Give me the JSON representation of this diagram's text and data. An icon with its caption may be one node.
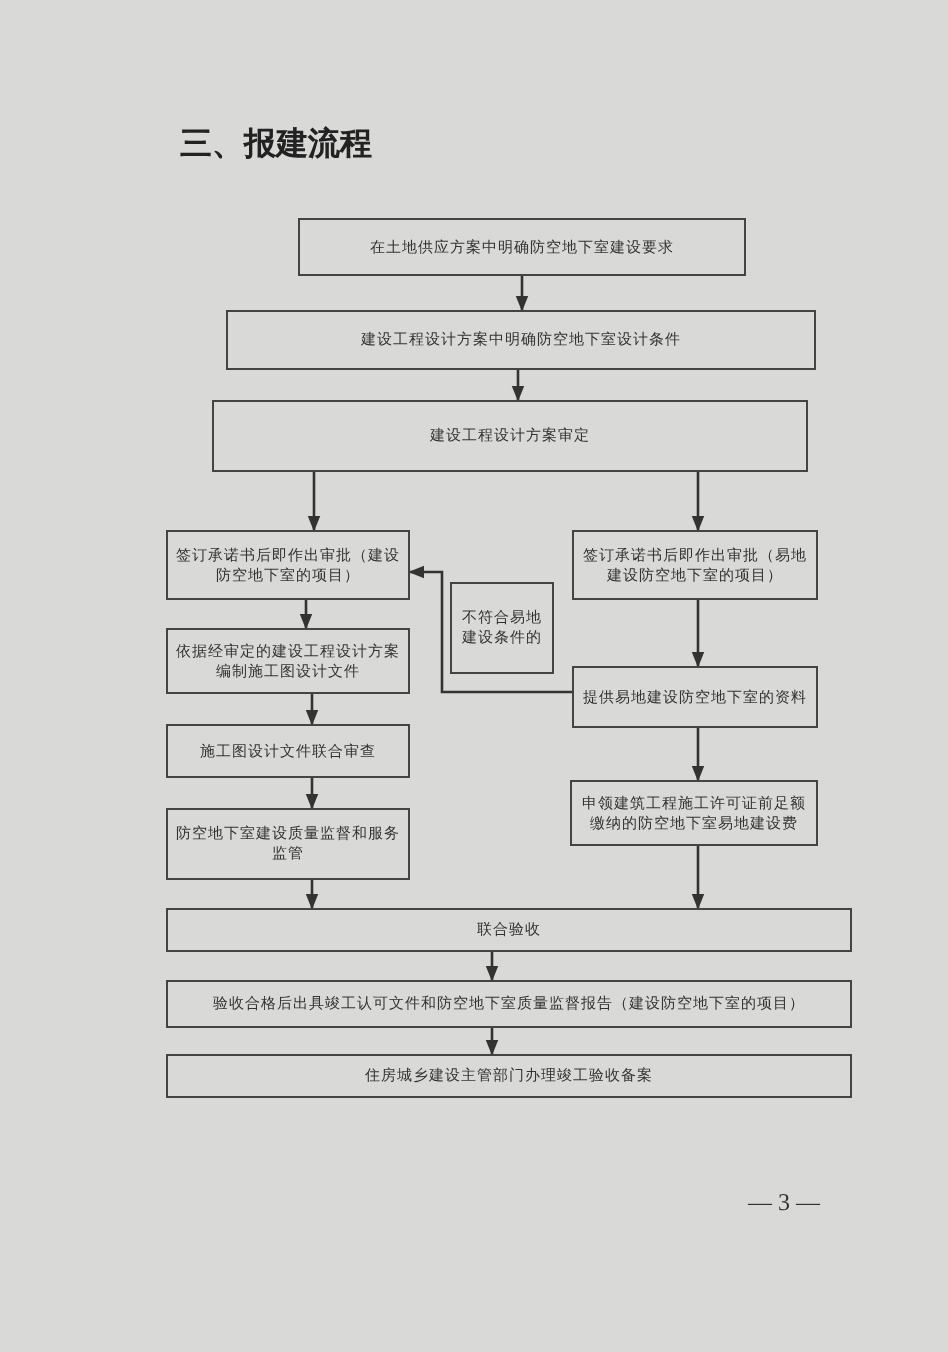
{
  "diagram": {
    "title": "三、报建流程",
    "nodes": [
      {
        "text": [
          "在土地供应方案中明确防空地下室建设要求"
        ]
      },
      {
        "text": [
          "建设工程设计方案中明确防空地下室设计条件"
        ]
      },
      {
        "text": [
          "建设工程设计方案审定"
        ]
      },
      {
        "text": [
          "签订承诺书后即作出审批（建设防空地下室的项目）"
        ]
      },
      {
        "text": [
          "签订承诺书后即作出审批（易地建设防空地下室的项目）"
        ]
      },
      {
        "text": [
          "不符合易地建设条件的"
        ]
      },
      {
        "text": [
          "依据经审定的建设工程设计方案编制施工图设计文件"
        ]
      },
      {
        "text": [
          "提供易地建设防空地下室的资料"
        ]
      },
      {
        "text": [
          "施工图设计文件联合审查"
        ]
      },
      {
        "text": [
          "申领建筑工程施工许可证前足额缴纳的防空地下室易地建设费"
        ]
      },
      {
        "text": [
          "防空地下室建设质量监督和服务监管"
        ]
      },
      {
        "text": [
          "联合验收"
        ]
      },
      {
        "text": [
          "验收合格后出具竣工认可文件和防空地下室质量监督报告（建设防空地下室的项目）"
        ]
      },
      {
        "text": [
          "住房城乡建设主管部门办理竣工验收备案"
        ]
      }
    ],
    "edges": [
      {
        "from": 0,
        "to": 1,
        "arrow": "to"
      },
      {
        "from": 1,
        "to": 2,
        "arrow": "to"
      },
      {
        "from": 2,
        "to": 3,
        "arrow": "to"
      },
      {
        "from": 2,
        "to": 4,
        "arrow": "to"
      },
      {
        "from": 4,
        "to": 7,
        "arrow": "to"
      },
      {
        "from": 7,
        "to": 3,
        "arrow": "to"
      },
      {
        "from": 3,
        "to": 6,
        "arrow": "to"
      },
      {
        "from": 6,
        "to": 8,
        "arrow": "to"
      },
      {
        "from": 8,
        "to": 10,
        "arrow": "to"
      },
      {
        "from": 7,
        "to": 9,
        "arrow": "to"
      },
      {
        "from": 10,
        "to": 11,
        "arrow": "to"
      },
      {
        "from": 9,
        "to": 11,
        "arrow": "to"
      },
      {
        "from": 11,
        "to": 12,
        "arrow": "to"
      },
      {
        "from": 12,
        "to": 13,
        "arrow": "to"
      }
    ],
    "labels": [
      "— 3 —"
    ]
  }
}
